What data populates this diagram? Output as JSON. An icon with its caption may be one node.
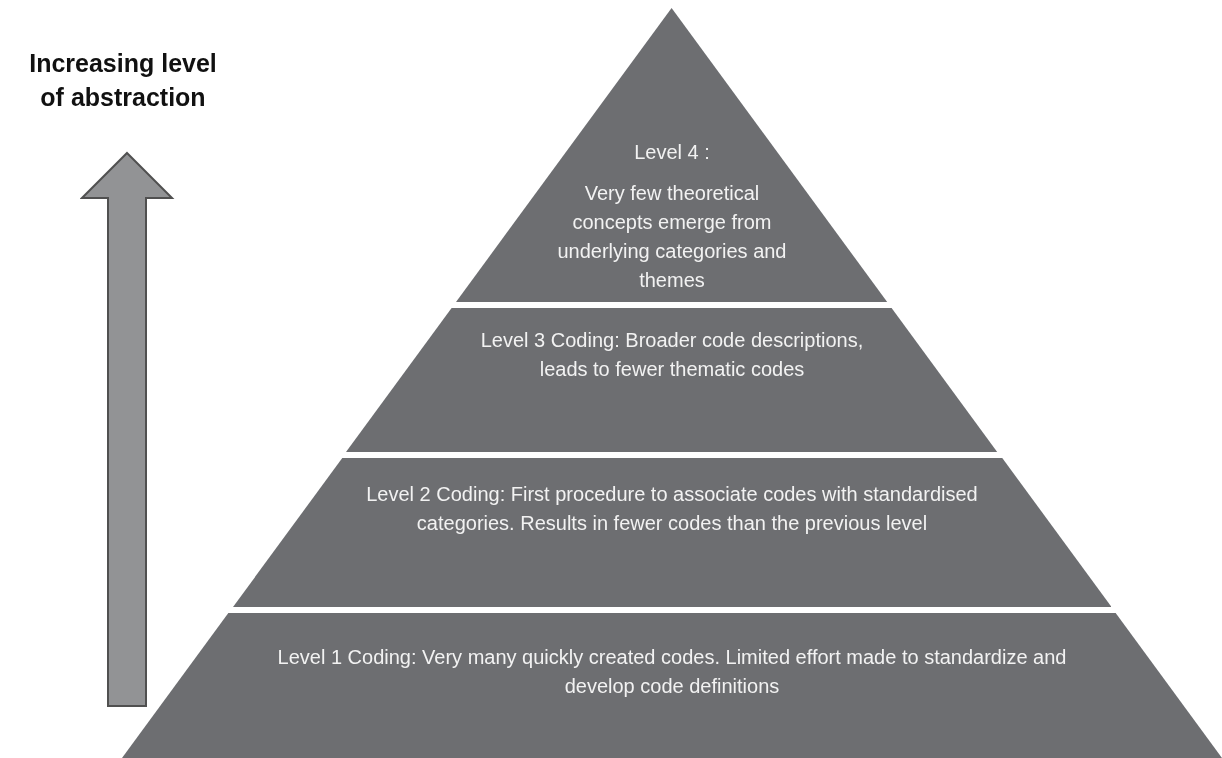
{
  "diagram": {
    "nodes": [
      {
        "text": [
          "Level 4 :",
          "Very few theoretical concepts emerge from underlying categories and themes"
        ]
      },
      {
        "text": [
          "Level 3 Coding: Broader code descriptions, leads to fewer thematic codes"
        ]
      },
      {
        "text": [
          "Level 2 Coding: First procedure to associate codes with standardised categories. Results in fewer codes than the previous level"
        ]
      },
      {
        "text": [
          "Level 1 Coding: Very many quickly created codes. Limited effort made to standardize and develop code definitions"
        ]
      }
    ],
    "edges": [],
    "labels": [
      "Increasing level of abstraction"
    ]
  }
}
